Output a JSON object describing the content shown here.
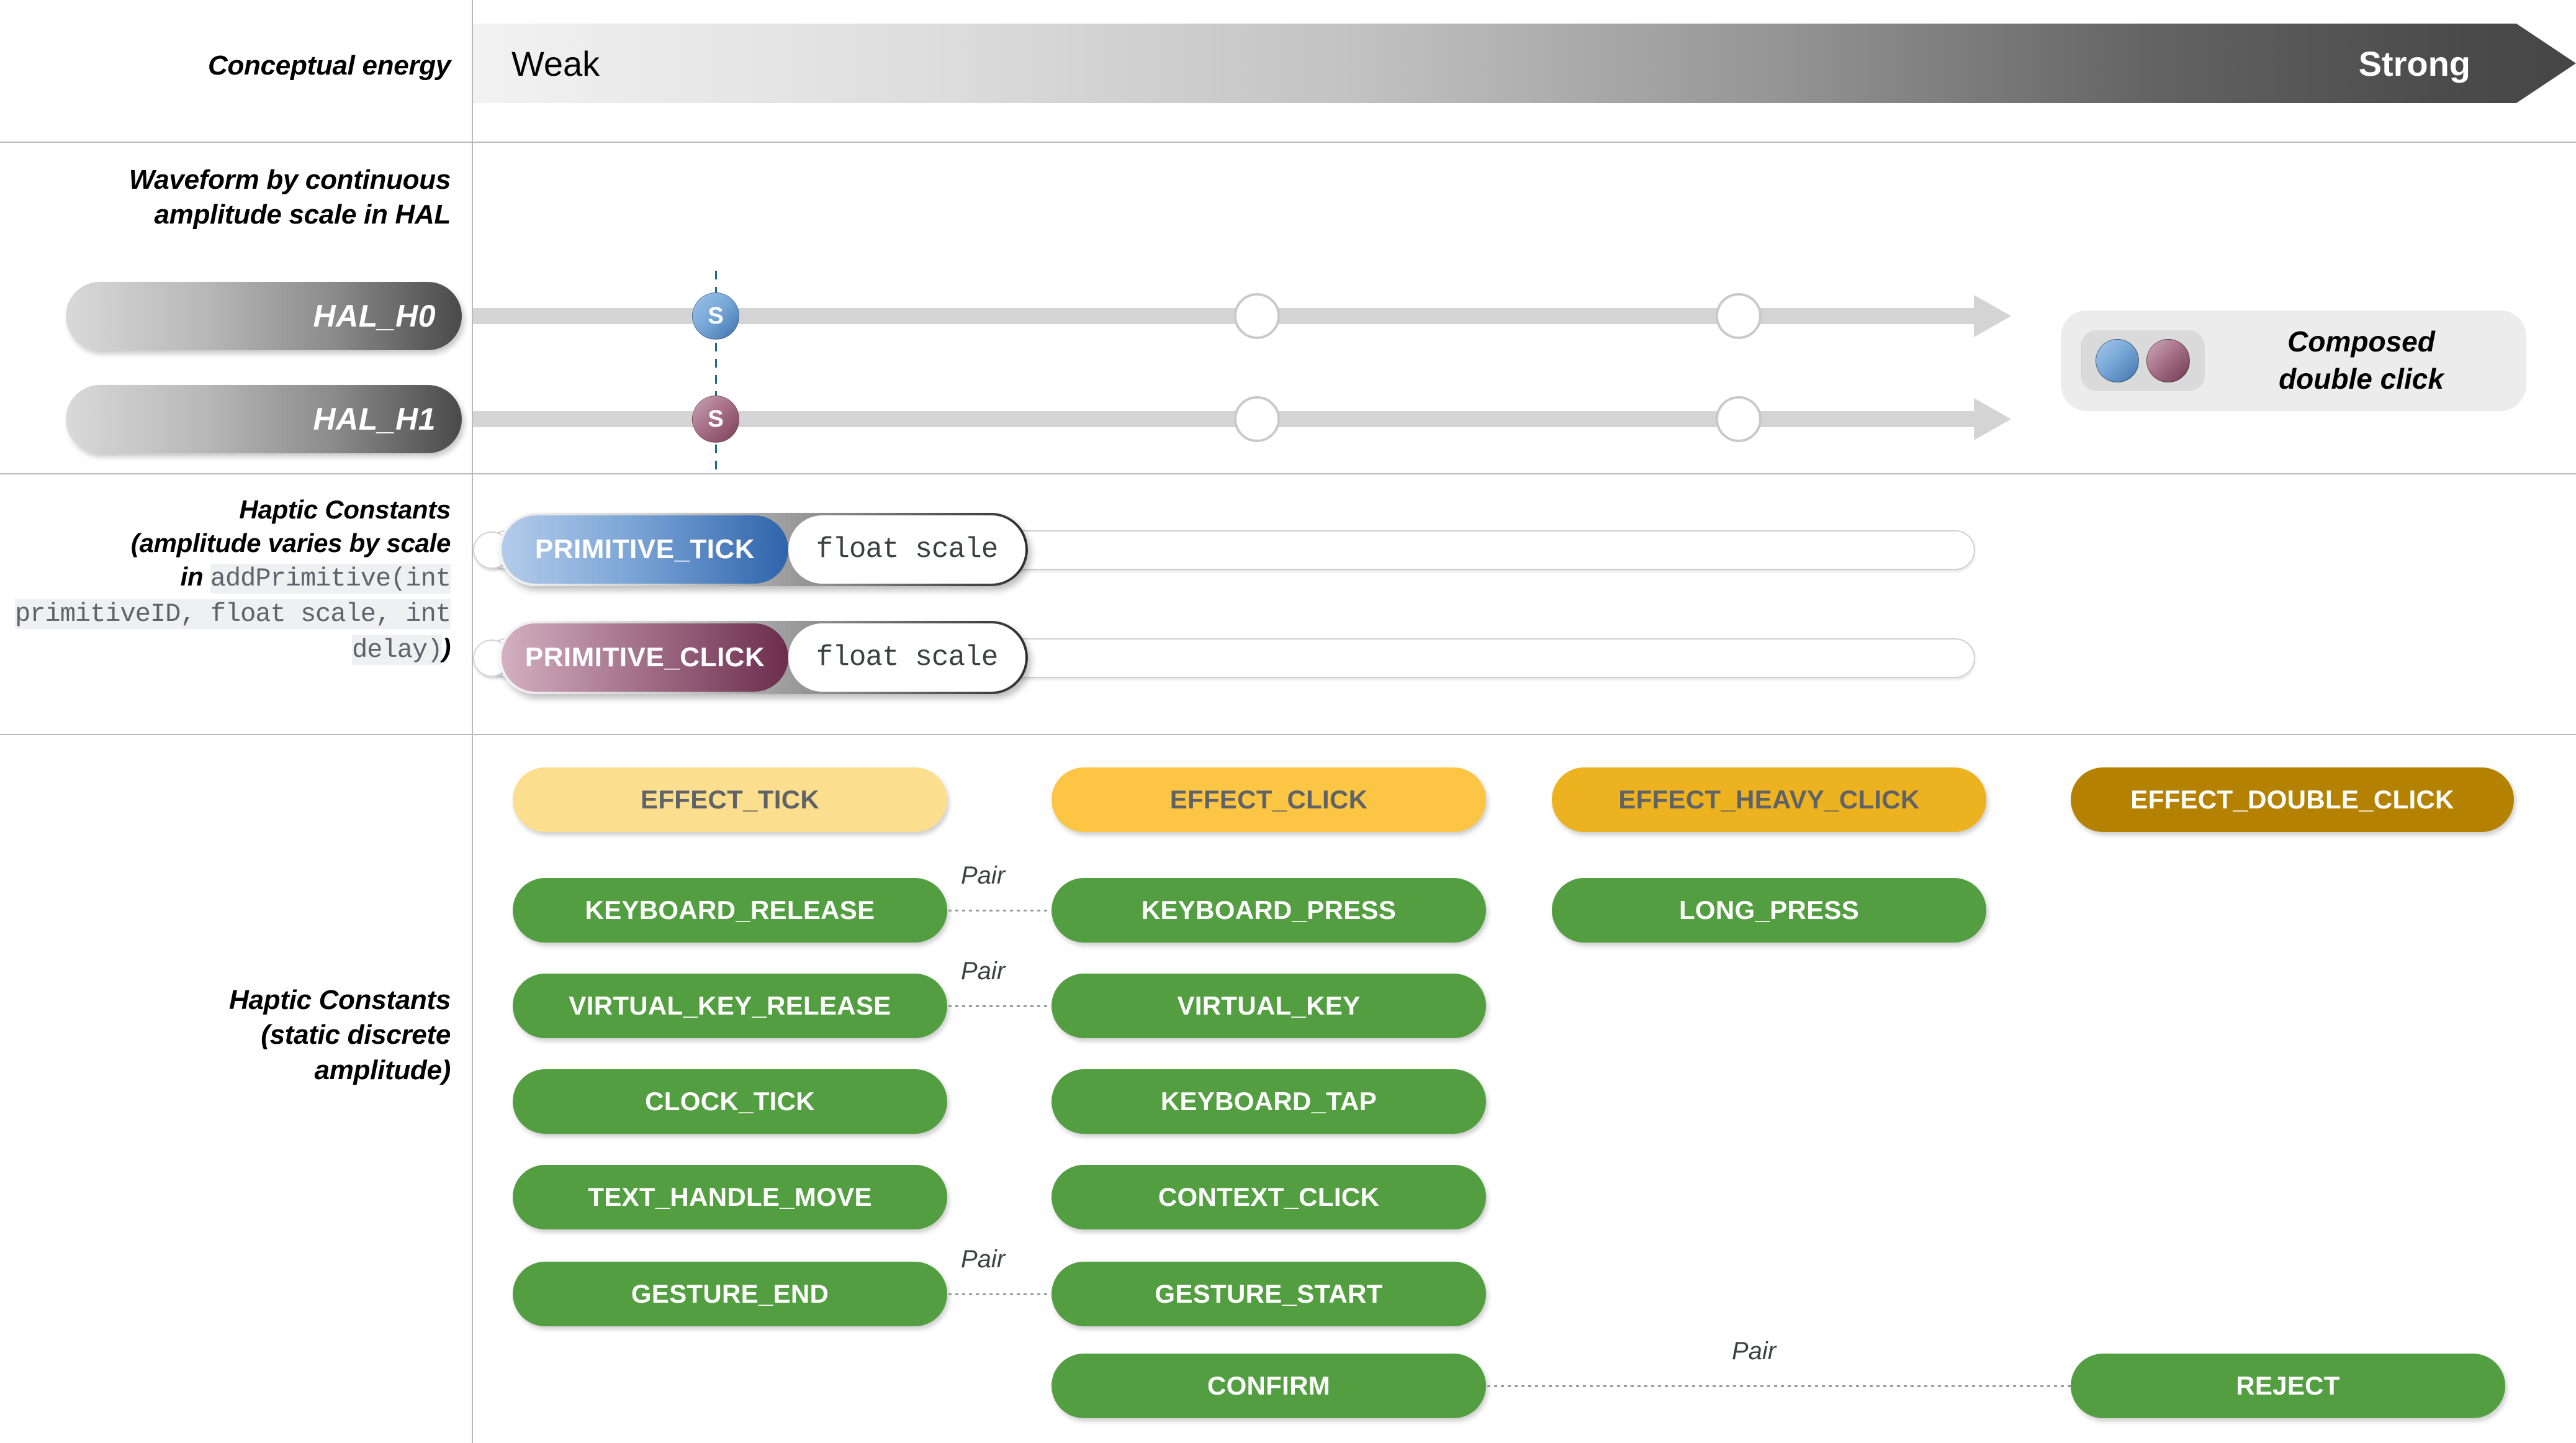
{
  "rows": {
    "conceptual_energy_label": "Conceptual energy",
    "waveform_label_line1": "Waveform by continuous",
    "waveform_label_line2": "amplitude scale in HAL",
    "haptic_varies_line1": "Haptic Constants",
    "haptic_varies_line2": "(amplitude varies by scale",
    "haptic_varies_line3_prefix": "in ",
    "haptic_varies_code": "addPrimitive(int primitiveID, float scale, int delay)",
    "haptic_varies_close": ")",
    "haptic_static_line1": "Haptic Constants",
    "haptic_static_line2": "(static discrete",
    "haptic_static_line3": "amplitude)"
  },
  "energy": {
    "weak": "Weak",
    "strong": "Strong"
  },
  "hal": {
    "h0_label": "HAL_H0",
    "h1_label": "HAL_H1",
    "marker_letter": "S"
  },
  "composed": {
    "line1": "Composed",
    "line2": "double click"
  },
  "primitives": [
    {
      "name": "PRIMITIVE_TICK",
      "arg": "float scale"
    },
    {
      "name": "PRIMITIVE_CLICK",
      "arg": "float scale"
    }
  ],
  "effects": [
    {
      "label": "EFFECT_TICK"
    },
    {
      "label": "EFFECT_CLICK"
    },
    {
      "label": "EFFECT_HEAVY_CLICK"
    },
    {
      "label": "EFFECT_DOUBLE_CLICK"
    }
  ],
  "constants": {
    "col1": [
      "KEYBOARD_RELEASE",
      "VIRTUAL_KEY_RELEASE",
      "CLOCK_TICK",
      "TEXT_HANDLE_MOVE",
      "GESTURE_END"
    ],
    "col2": [
      "KEYBOARD_PRESS",
      "VIRTUAL_KEY",
      "KEYBOARD_TAP",
      "CONTEXT_CLICK",
      "GESTURE_START",
      "CONFIRM"
    ],
    "col3": [
      "LONG_PRESS"
    ],
    "col4": [
      "REJECT"
    ]
  },
  "pair_labels": {
    "keyboard": "Pair",
    "virtual_key": "Pair",
    "gesture": "Pair",
    "confirm_reject": "Pair"
  },
  "colors": {
    "effect_tick": "#fcdf8e",
    "effect_click": "#fcc644",
    "effect_heavy_click": "#edb21f",
    "effect_double_click": "#b58100",
    "constant_green": "#539e41",
    "primitive_tick_blue": "#2f64ab",
    "primitive_click_plum": "#6c2d4d",
    "rule": "#b9b9b9"
  }
}
